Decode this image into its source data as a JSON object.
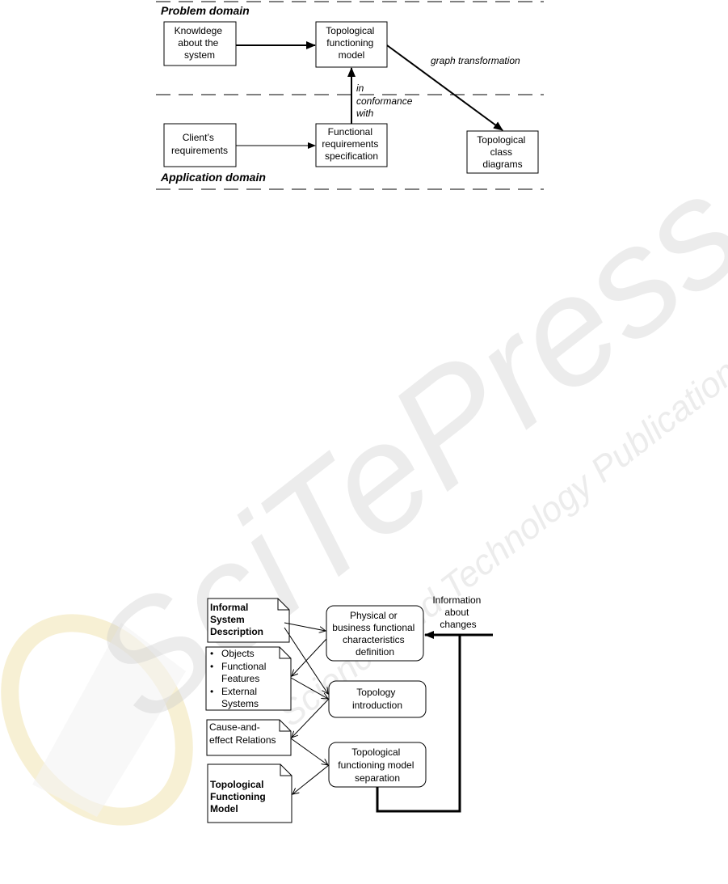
{
  "watermark": {
    "brand": "SciTePress",
    "tagline": "Science and Technology Publications"
  },
  "figure1": {
    "domains": {
      "problem": "Problem domain",
      "application": "Application domain"
    },
    "nodes": {
      "knowledge": [
        "Knowldege",
        "about the",
        "system"
      ],
      "tfm": [
        "Topological",
        "functioning",
        "model"
      ],
      "clients": [
        "Client’s",
        "requirements"
      ],
      "frs": [
        "Functional",
        "requirements",
        "specification"
      ],
      "tcd": [
        "Topological",
        "class",
        "diagrams"
      ]
    },
    "edges": {
      "graph_transformation": "graph transformation",
      "conformance": [
        "in",
        "conformance",
        "with"
      ]
    }
  },
  "figure2": {
    "documents": {
      "informal": [
        "Informal",
        "System",
        "Description"
      ],
      "features": [
        "Objects",
        "Functional",
        "Features",
        "External",
        "Systems"
      ],
      "causes": [
        "Cause-and-",
        "effect Relations"
      ],
      "tfm": [
        "Topological",
        "Functioning",
        "Model"
      ]
    },
    "processes": {
      "definition": [
        "Physical or",
        "business functional",
        "characteristics",
        "definition"
      ],
      "topology": [
        "Topology",
        "introduction"
      ],
      "separation": [
        "Topological",
        "functioning model",
        "separation"
      ]
    },
    "feedback": [
      "Information",
      "about",
      "changes"
    ],
    "bullet": "•"
  }
}
